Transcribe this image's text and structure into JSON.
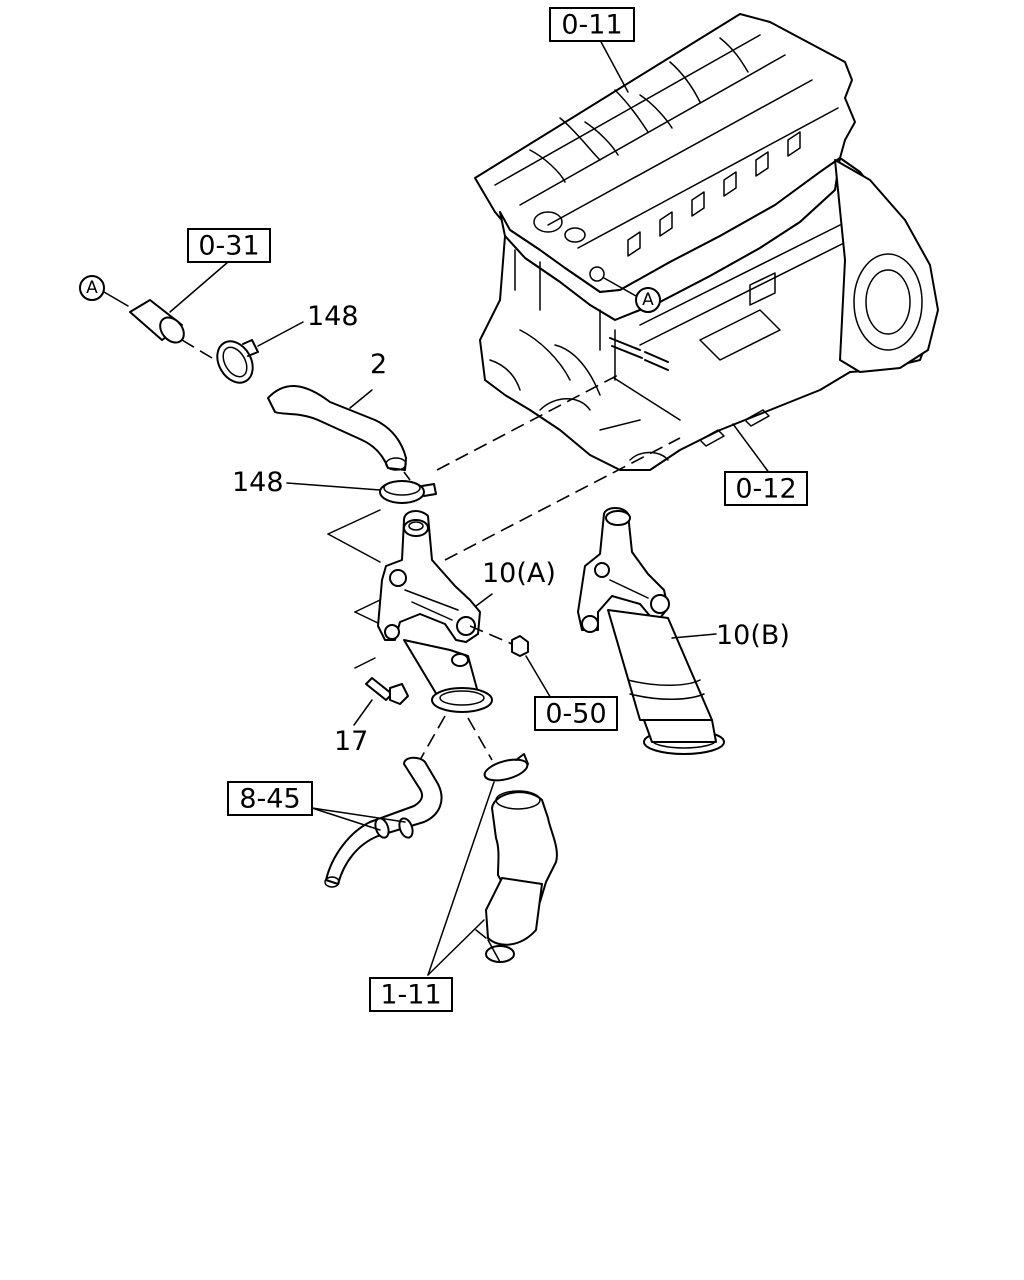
{
  "callouts": {
    "engine_head_ref": "0-11",
    "engine_block_ref": "0-12",
    "hose_connector_ref": "0-31",
    "nut_ref": "0-50",
    "hose_ref": "8-45",
    "pipe_ref": "1-11"
  },
  "part_labels": {
    "clamp_upper": "148",
    "hose": "2",
    "clamp_lower": "148",
    "housing_a": "10(A)",
    "housing_b": "10(B)",
    "bolt": "17"
  },
  "markers": {
    "left": "A",
    "engine": "A"
  }
}
